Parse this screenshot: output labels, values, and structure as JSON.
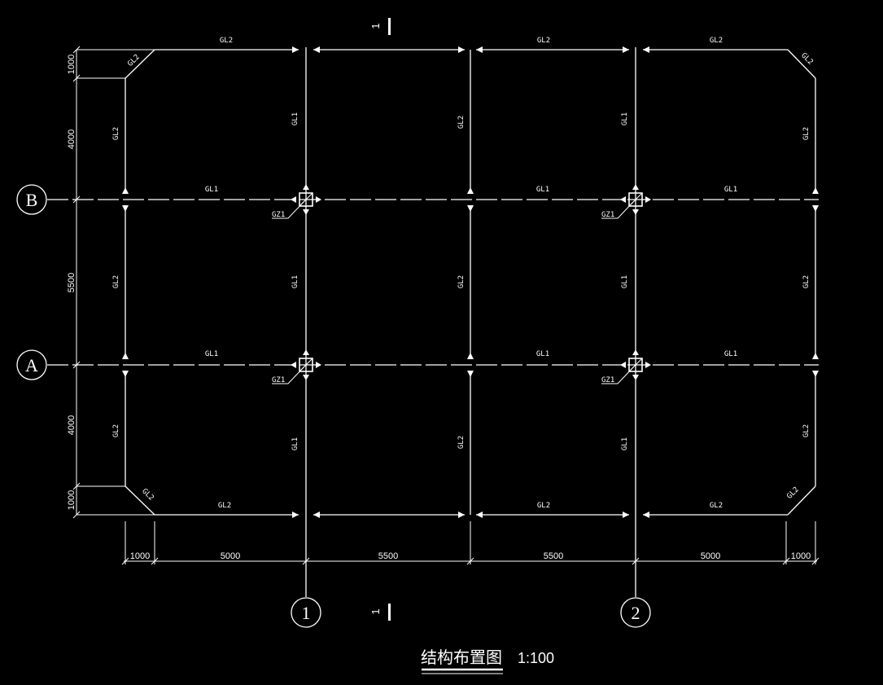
{
  "drawing": {
    "title": "结构布置图",
    "scale": "1:100",
    "section_mark": "1",
    "axes": {
      "row_b": "B",
      "row_a": "A",
      "col_1": "1",
      "col_2": "2"
    },
    "beam_labels": {
      "gl1": "GL1",
      "gl2": "GL2",
      "gz1": "GZ1"
    },
    "bottom_dimensions": [
      "1000",
      "5000",
      "5500",
      "5500",
      "5000",
      "1000"
    ],
    "left_dimensions": [
      "1000",
      "4000",
      "5500",
      "4000",
      "1000"
    ]
  }
}
